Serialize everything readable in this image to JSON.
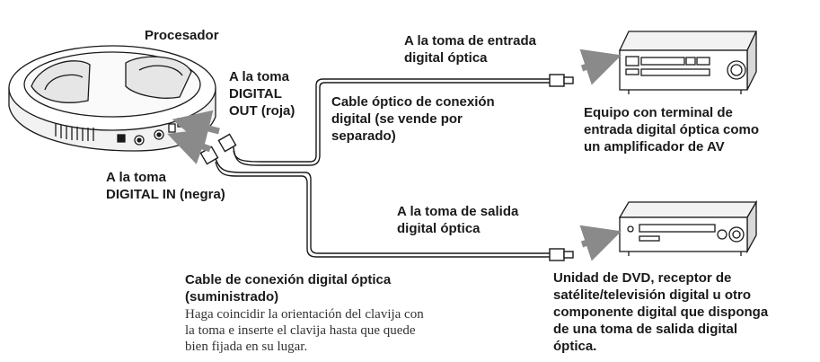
{
  "labels": {
    "processor": "Procesador",
    "digital_out_jack": [
      "A la toma",
      "DIGITAL",
      "OUT (roja)"
    ],
    "digital_in_jack": [
      "A la toma",
      "DIGITAL IN (negra)"
    ],
    "input_jack": [
      "A la toma de entrada",
      "digital óptica"
    ],
    "connection_cable_sold_separately": [
      "Cable óptico de conexión",
      "digital (se vende por",
      "separado)"
    ],
    "amplifier_device": [
      "Equipo con terminal de",
      "entrada digital óptica como",
      "un amplificador de AV"
    ],
    "output_jack": [
      "A la toma de salida",
      "digital óptica"
    ],
    "supplied_cable_title": [
      "Cable de conexión digital óptica",
      "(suministrado)"
    ],
    "supplied_cable_instructions": [
      "Haga coincidir la orientación del clavija con",
      "la toma e inserte el clavija hasta que quede",
      "bien fijada en su lugar."
    ],
    "dvd_device": [
      "Unidad de DVD, receptor de",
      "satélite/televisión digital u otro",
      "componente digital que disponga",
      "de una toma de salida digital",
      "óptica."
    ]
  },
  "colors": {
    "line": "#1a1a1a",
    "arrow": "#8a8a8a",
    "device_fill": "#ffffff",
    "shade": "#d9d9d9"
  }
}
